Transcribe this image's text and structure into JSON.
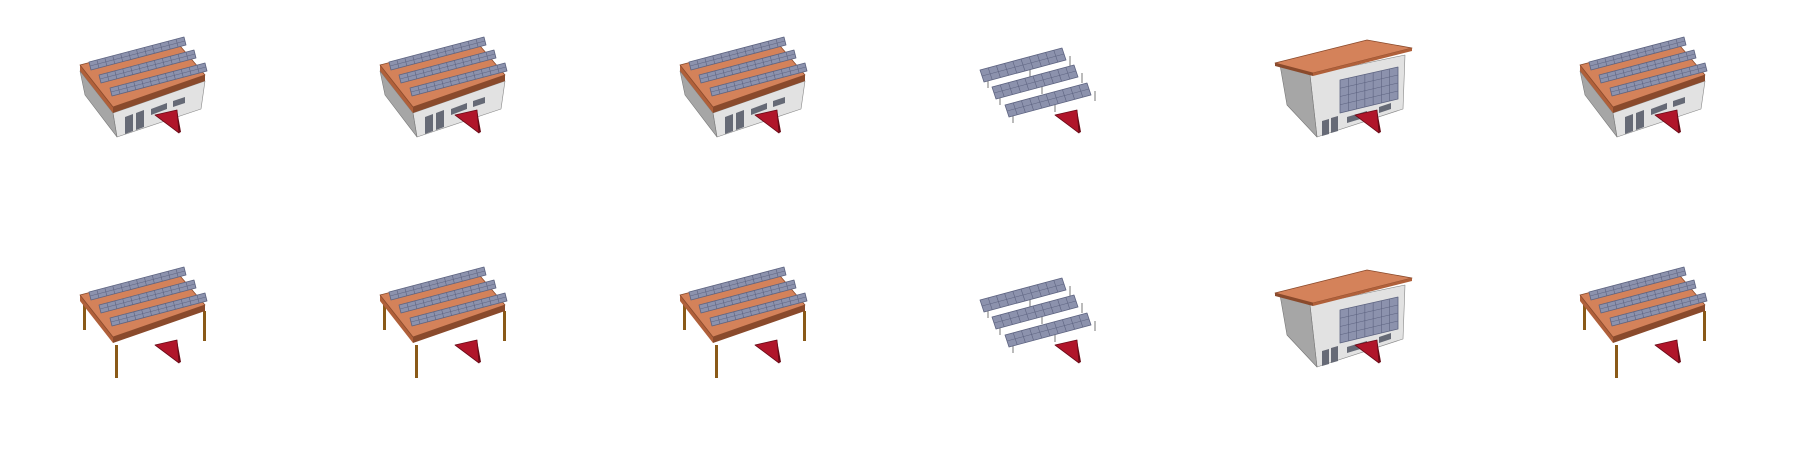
{
  "palette": {
    "roof": "#d4825a",
    "roof_dark": "#b0603a",
    "roof_edge": "#8a4a2c",
    "panel": "#8c92ad",
    "panel_line": "#5d6380",
    "wall_light": "#e2e2e2",
    "wall_dark": "#a6a6a6",
    "window": "#666a76",
    "pole": "#8a5a18",
    "marker": "#b0152a",
    "marker_dark": "#6a0a16"
  },
  "gallery": {
    "rows": [
      {
        "tiles": [
          {
            "kind": "roof-building",
            "icon": "rooftop-solar-building-icon"
          },
          {
            "kind": "roof-building",
            "icon": "rooftop-solar-building-icon"
          },
          {
            "kind": "roof-building",
            "icon": "rooftop-solar-building-icon"
          },
          {
            "kind": "ground-mount",
            "icon": "ground-mounted-solar-array-icon"
          },
          {
            "kind": "facade-building",
            "icon": "facade-solar-building-icon"
          },
          {
            "kind": "roof-building",
            "icon": "rooftop-solar-building-icon"
          }
        ]
      },
      {
        "tiles": [
          {
            "kind": "carport",
            "icon": "solar-carport-icon"
          },
          {
            "kind": "carport",
            "icon": "solar-carport-icon"
          },
          {
            "kind": "carport",
            "icon": "solar-carport-icon"
          },
          {
            "kind": "ground-mount",
            "icon": "ground-mounted-solar-array-icon"
          },
          {
            "kind": "facade-building",
            "icon": "facade-solar-building-icon"
          },
          {
            "kind": "carport",
            "icon": "solar-carport-icon"
          }
        ]
      }
    ]
  }
}
